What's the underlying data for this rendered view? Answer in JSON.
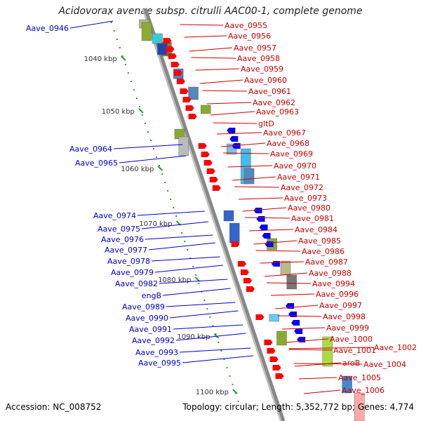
{
  "title": "Acidovorax avenae subsp. citrulli AAC00-1, complete genome",
  "footer": {
    "accession": "Accession: NC_008752",
    "topology": "Topology: circular; Length: 5,352,772 bp; Genes: 4,774"
  },
  "colors": {
    "forward_label": "#cc0000",
    "reverse_label": "#0000cc",
    "forward_arrow": "#ff0000",
    "reverse_arrow": "#0000ff",
    "backbone": "#888888",
    "ticks": "#339933"
  },
  "scale_ticks": [
    {
      "label": "1040 kbp"
    },
    {
      "label": "1050 kbp"
    },
    {
      "label": "1060 kbp"
    },
    {
      "label": "1070 kbp"
    },
    {
      "label": "1080 kbp"
    },
    {
      "label": "1090 kbp"
    },
    {
      "label": "1100 kbp"
    }
  ],
  "forward_genes": [
    "Aave_0955",
    "Aave_0956",
    "Aave_0957",
    "Aave_0958",
    "Aave_0959",
    "Aave_0960",
    "Aave_0961",
    "Aave_0962",
    "Aave_0963",
    "gltD",
    "Aave_0967",
    "Aave_0968",
    "Aave_0969",
    "Aave_0970",
    "Aave_0971",
    "Aave_0972",
    "Aave_0973",
    "Aave_0980",
    "Aave_0981",
    "Aave_0984",
    "Aave_0985",
    "Aave_0986",
    "Aave_0987",
    "Aave_0988",
    "Aave_0994",
    "Aave_0996",
    "Aave_0997",
    "Aave_0998",
    "Aave_0999",
    "Aave_1000",
    "Aave_1001",
    "Aave_1002",
    "aroB",
    "Aave_1004",
    "Aave_1005",
    "Aave_1006"
  ],
  "reverse_genes": [
    "Aave_0946",
    "Aave_0964",
    "Aave_0965",
    "Aave_0974",
    "Aave_0975",
    "Aave_0976",
    "Aave_0977",
    "Aave_0978",
    "Aave_0979",
    "Aave_0982",
    "engB",
    "Aave_0989",
    "Aave_0990",
    "Aave_0991",
    "Aave_0992",
    "Aave_0993",
    "Aave_0995"
  ]
}
